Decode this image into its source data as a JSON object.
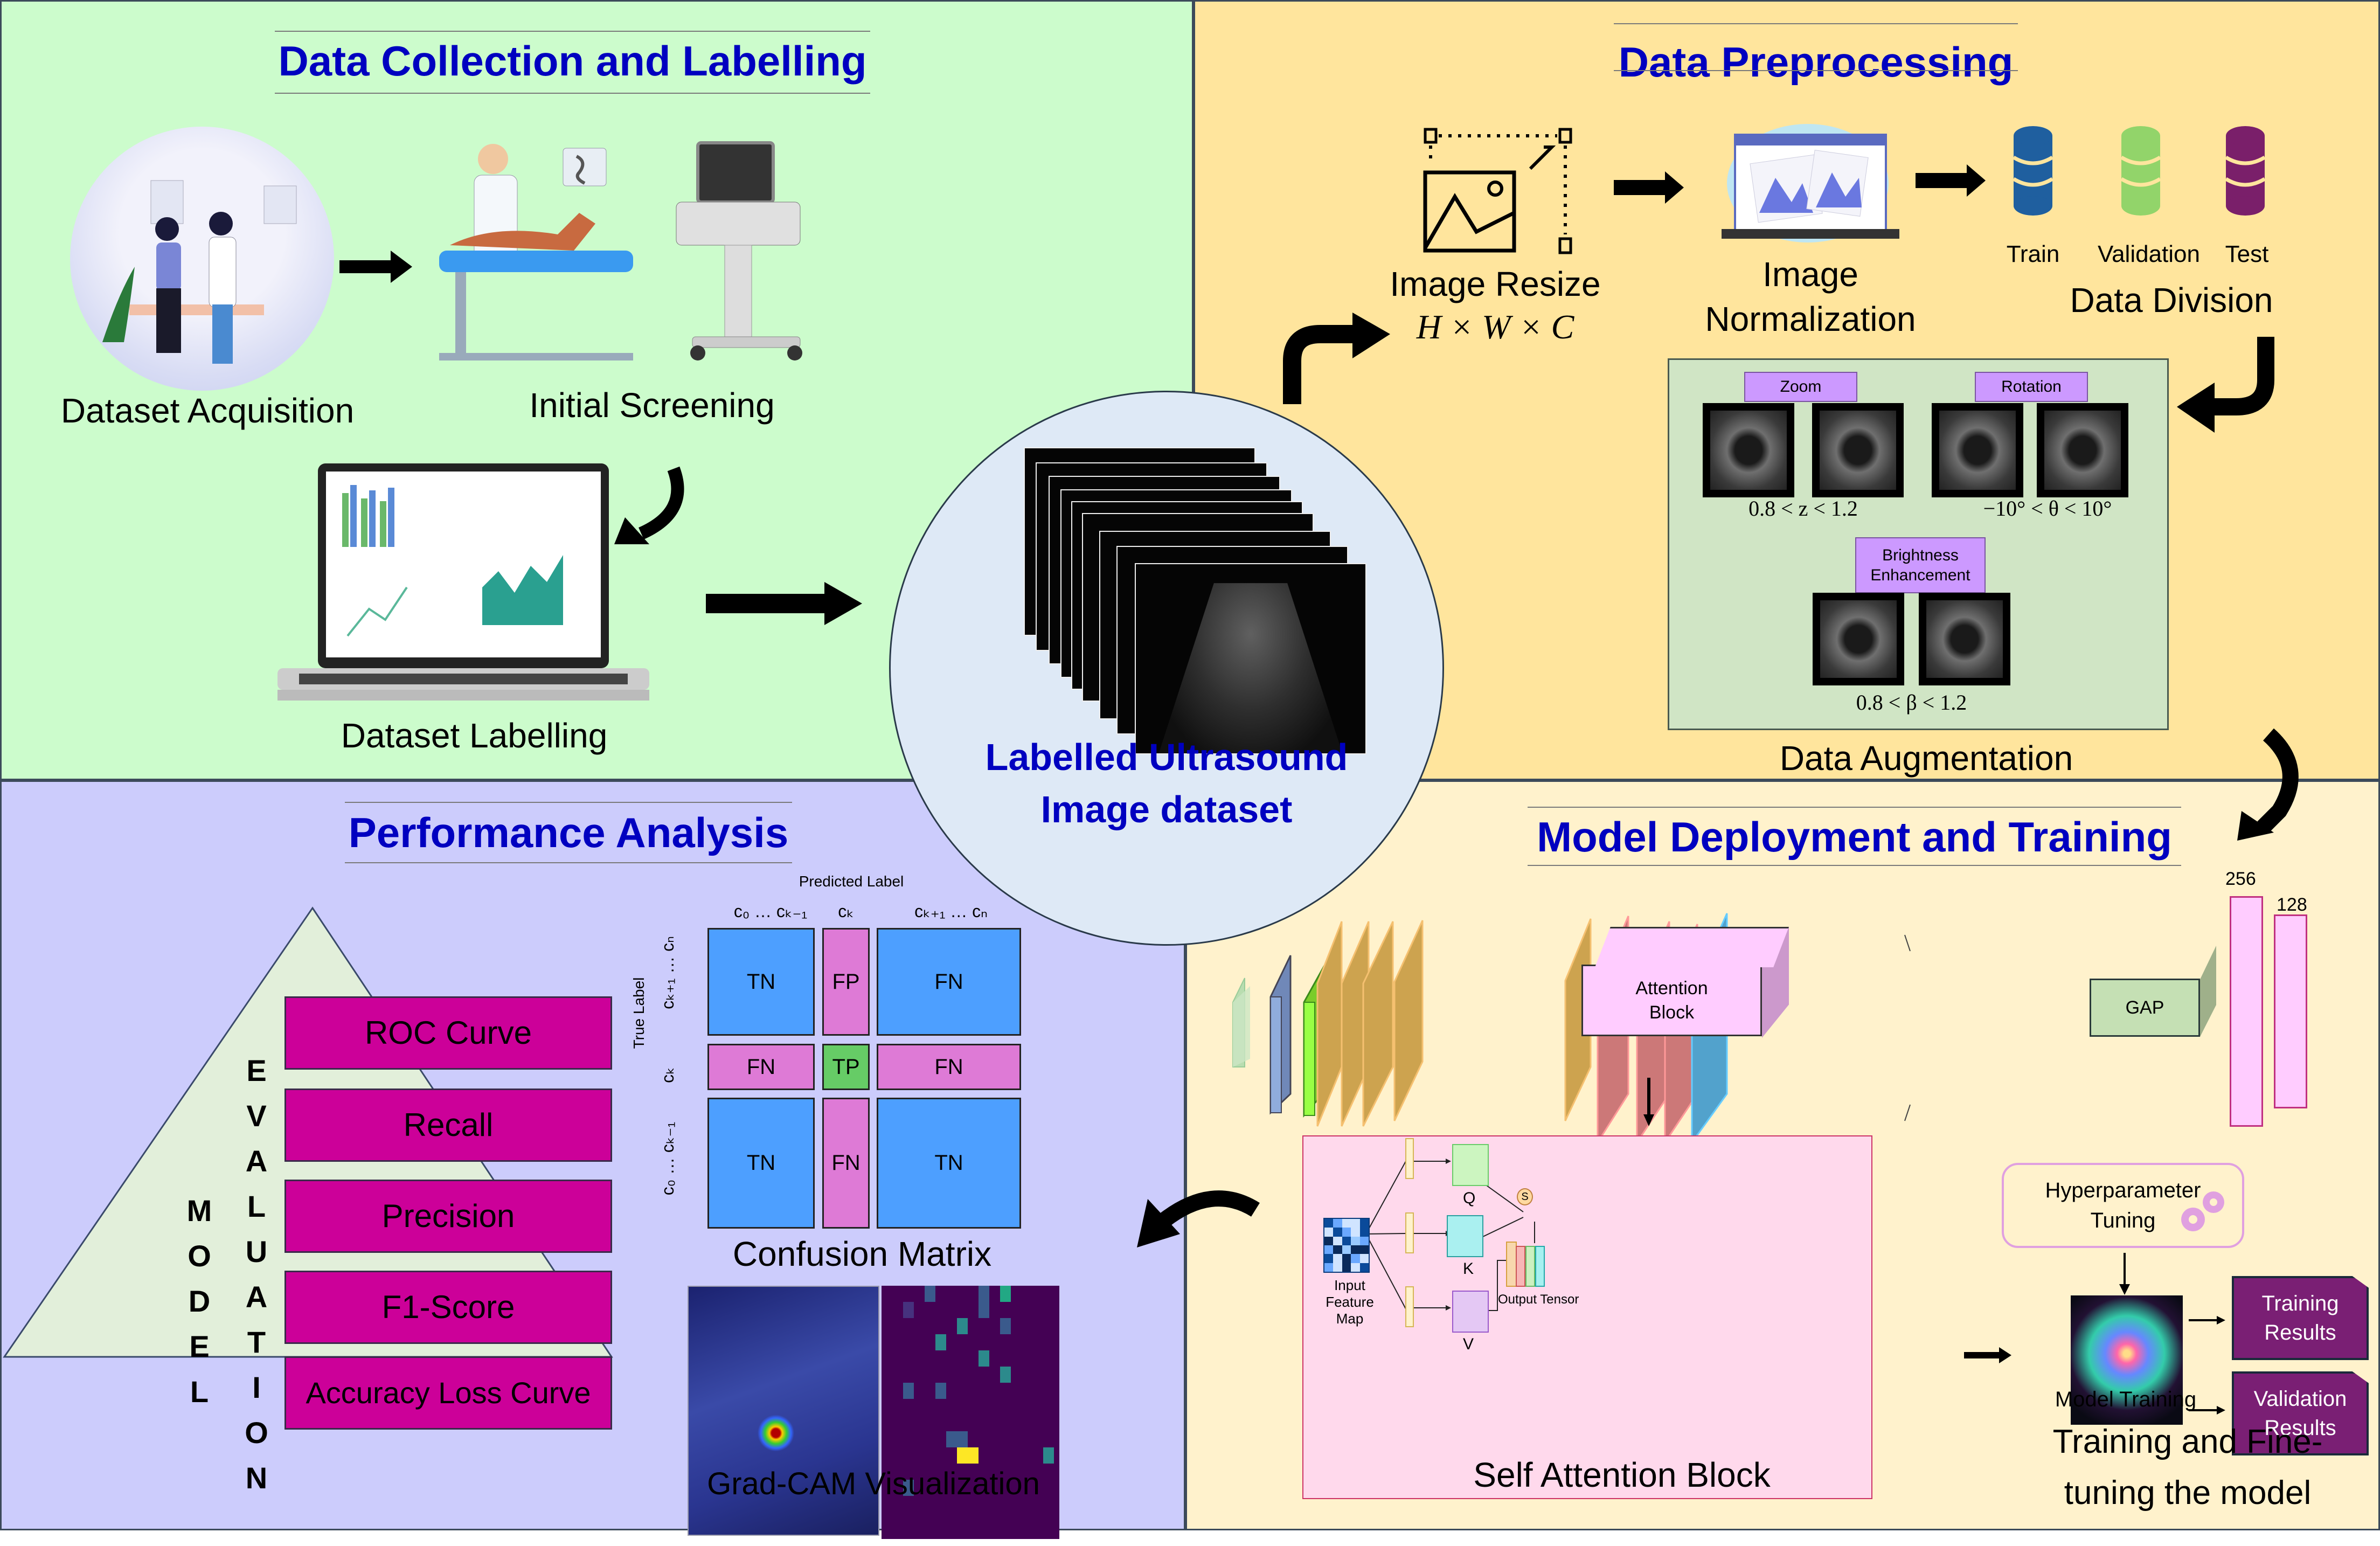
{
  "sections": {
    "collection": {
      "title": "Data Collection and Labelling",
      "steps": [
        "Dataset Acquisition",
        "Initial Screening",
        "Dataset Labelling"
      ]
    },
    "preprocessing": {
      "title": "Data Preprocessing",
      "resize": {
        "label": "Image Resize",
        "formula": "H × W × C"
      },
      "normalization": {
        "label_line1": "Image",
        "label_line2": "Normalization"
      },
      "division": {
        "label": "Data Division",
        "splits": [
          "Train",
          "Validation",
          "Test"
        ]
      },
      "augmentation": {
        "label": "Data Augmentation",
        "ops": [
          {
            "name": "Zoom",
            "range": "0.8 < z < 1.2"
          },
          {
            "name": "Rotation",
            "range": "−10° < θ < 10°"
          },
          {
            "name_line1": "Brightness",
            "name_line2": "Enhancement",
            "range": "0.8 < β < 1.2"
          }
        ]
      }
    },
    "dataset": {
      "line1": "Labelled Ultrasound",
      "line2": "Image dataset"
    },
    "performance": {
      "title": "Performance Analysis",
      "pyramid": {
        "word1": [
          "M",
          "O",
          "D",
          "E",
          "L"
        ],
        "word2": [
          "E",
          "V",
          "A",
          "L",
          "U",
          "A",
          "T",
          "I",
          "O",
          "N"
        ],
        "metrics": [
          "ROC Curve",
          "Recall",
          "Precision",
          "F1-Score",
          "Accuracy Loss Curve"
        ]
      },
      "confusion_matrix": {
        "caption": "Confusion Matrix",
        "x_axis": "Predicted Label",
        "y_axis": "True Label",
        "col_ticks": [
          "c₀ … cₖ₋₁",
          "cₖ",
          "cₖ₊₁ … cₙ"
        ],
        "row_ticks": [
          "cₖ₊₁ … cₙ",
          "cₖ",
          "c₀ … cₖ₋₁"
        ],
        "cells": [
          [
            "TN",
            "FP",
            "FN"
          ],
          [
            "FN",
            "TP",
            "FN"
          ],
          [
            "TN",
            "FN",
            "TN"
          ]
        ]
      },
      "gradcam": {
        "caption": "Grad-CAM Visualization"
      }
    },
    "model": {
      "title": "Model Deployment and Training",
      "attention_block": {
        "line1": "Attention",
        "line2": "Block"
      },
      "gap": "GAP",
      "dense_units": [
        "256",
        "128"
      ],
      "self_attention": {
        "caption": "Self Attention Block",
        "input_line1": "Input Feature",
        "input_line2": "Map",
        "q": "Q",
        "k": "K",
        "v": "V",
        "softmax": "S",
        "output": "Output Tensor"
      },
      "training": {
        "hyperparam_line1": "Hyperparameter",
        "hyperparam_line2": "Tuning",
        "model_label": "Model Training",
        "train_results": [
          "Training",
          "Results"
        ],
        "val_results": [
          "Validation",
          "Results"
        ],
        "caption_line1": "Training and Fine-",
        "caption_line2": "tuning the model"
      }
    }
  },
  "colors": {
    "title_blue": "#0000c0",
    "collection_bg": "#ccfccc",
    "preprocessing_bg": "#ffe59d",
    "performance_bg": "#ccccfc",
    "model_bg": "#fff2cc",
    "metric_magenta": "#cc0099",
    "results_purple": "#7a1f74",
    "train_db": "#1f5f9f",
    "val_db": "#92d46a",
    "test_db": "#7a1f6a"
  }
}
